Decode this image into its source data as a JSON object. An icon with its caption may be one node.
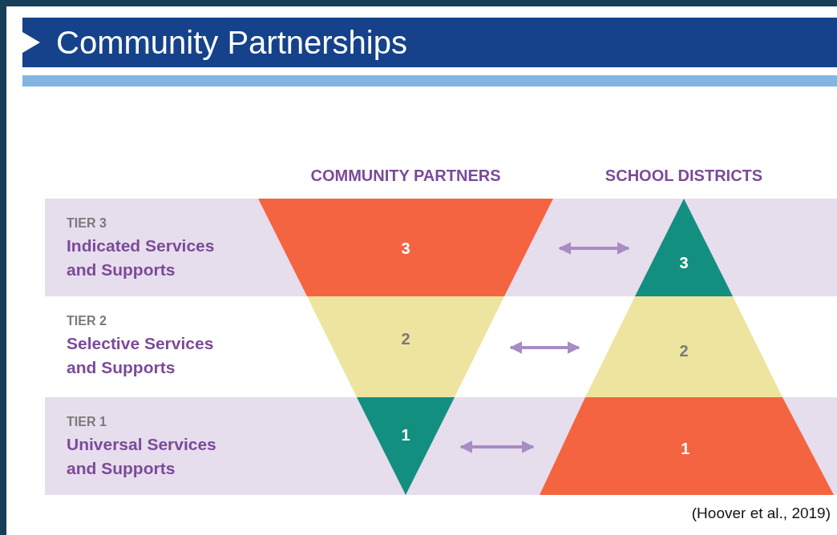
{
  "diagram": {
    "title": "Community Partnerships",
    "nodes": [
      {
        "text": [
          "TIER 3",
          "Indicated Services and Supports"
        ]
      },
      {
        "text": [
          "TIER 2",
          "Selective Services and Supports"
        ]
      },
      {
        "text": [
          "TIER 1",
          "Universal Services and Supports"
        ]
      },
      {
        "text": [
          "3"
        ],
        "in": 0
      },
      {
        "text": [
          "2"
        ],
        "in": 1
      },
      {
        "text": [
          "1"
        ],
        "in": 2
      },
      {
        "text": [
          "3"
        ],
        "in": 0
      },
      {
        "text": [
          "2"
        ],
        "in": 1
      },
      {
        "text": [
          "1"
        ],
        "in": 2
      }
    ],
    "edges": [
      {
        "from": 3,
        "to": 6,
        "arrow": "both"
      },
      {
        "from": 4,
        "to": 7,
        "arrow": "both"
      },
      {
        "from": 5,
        "to": 8,
        "arrow": "both"
      }
    ],
    "labels": [
      "COMMUNITY PARTNERS",
      "SCHOOL DISTRICTS"
    ],
    "caption": "(Hoover et al., 2019)"
  }
}
